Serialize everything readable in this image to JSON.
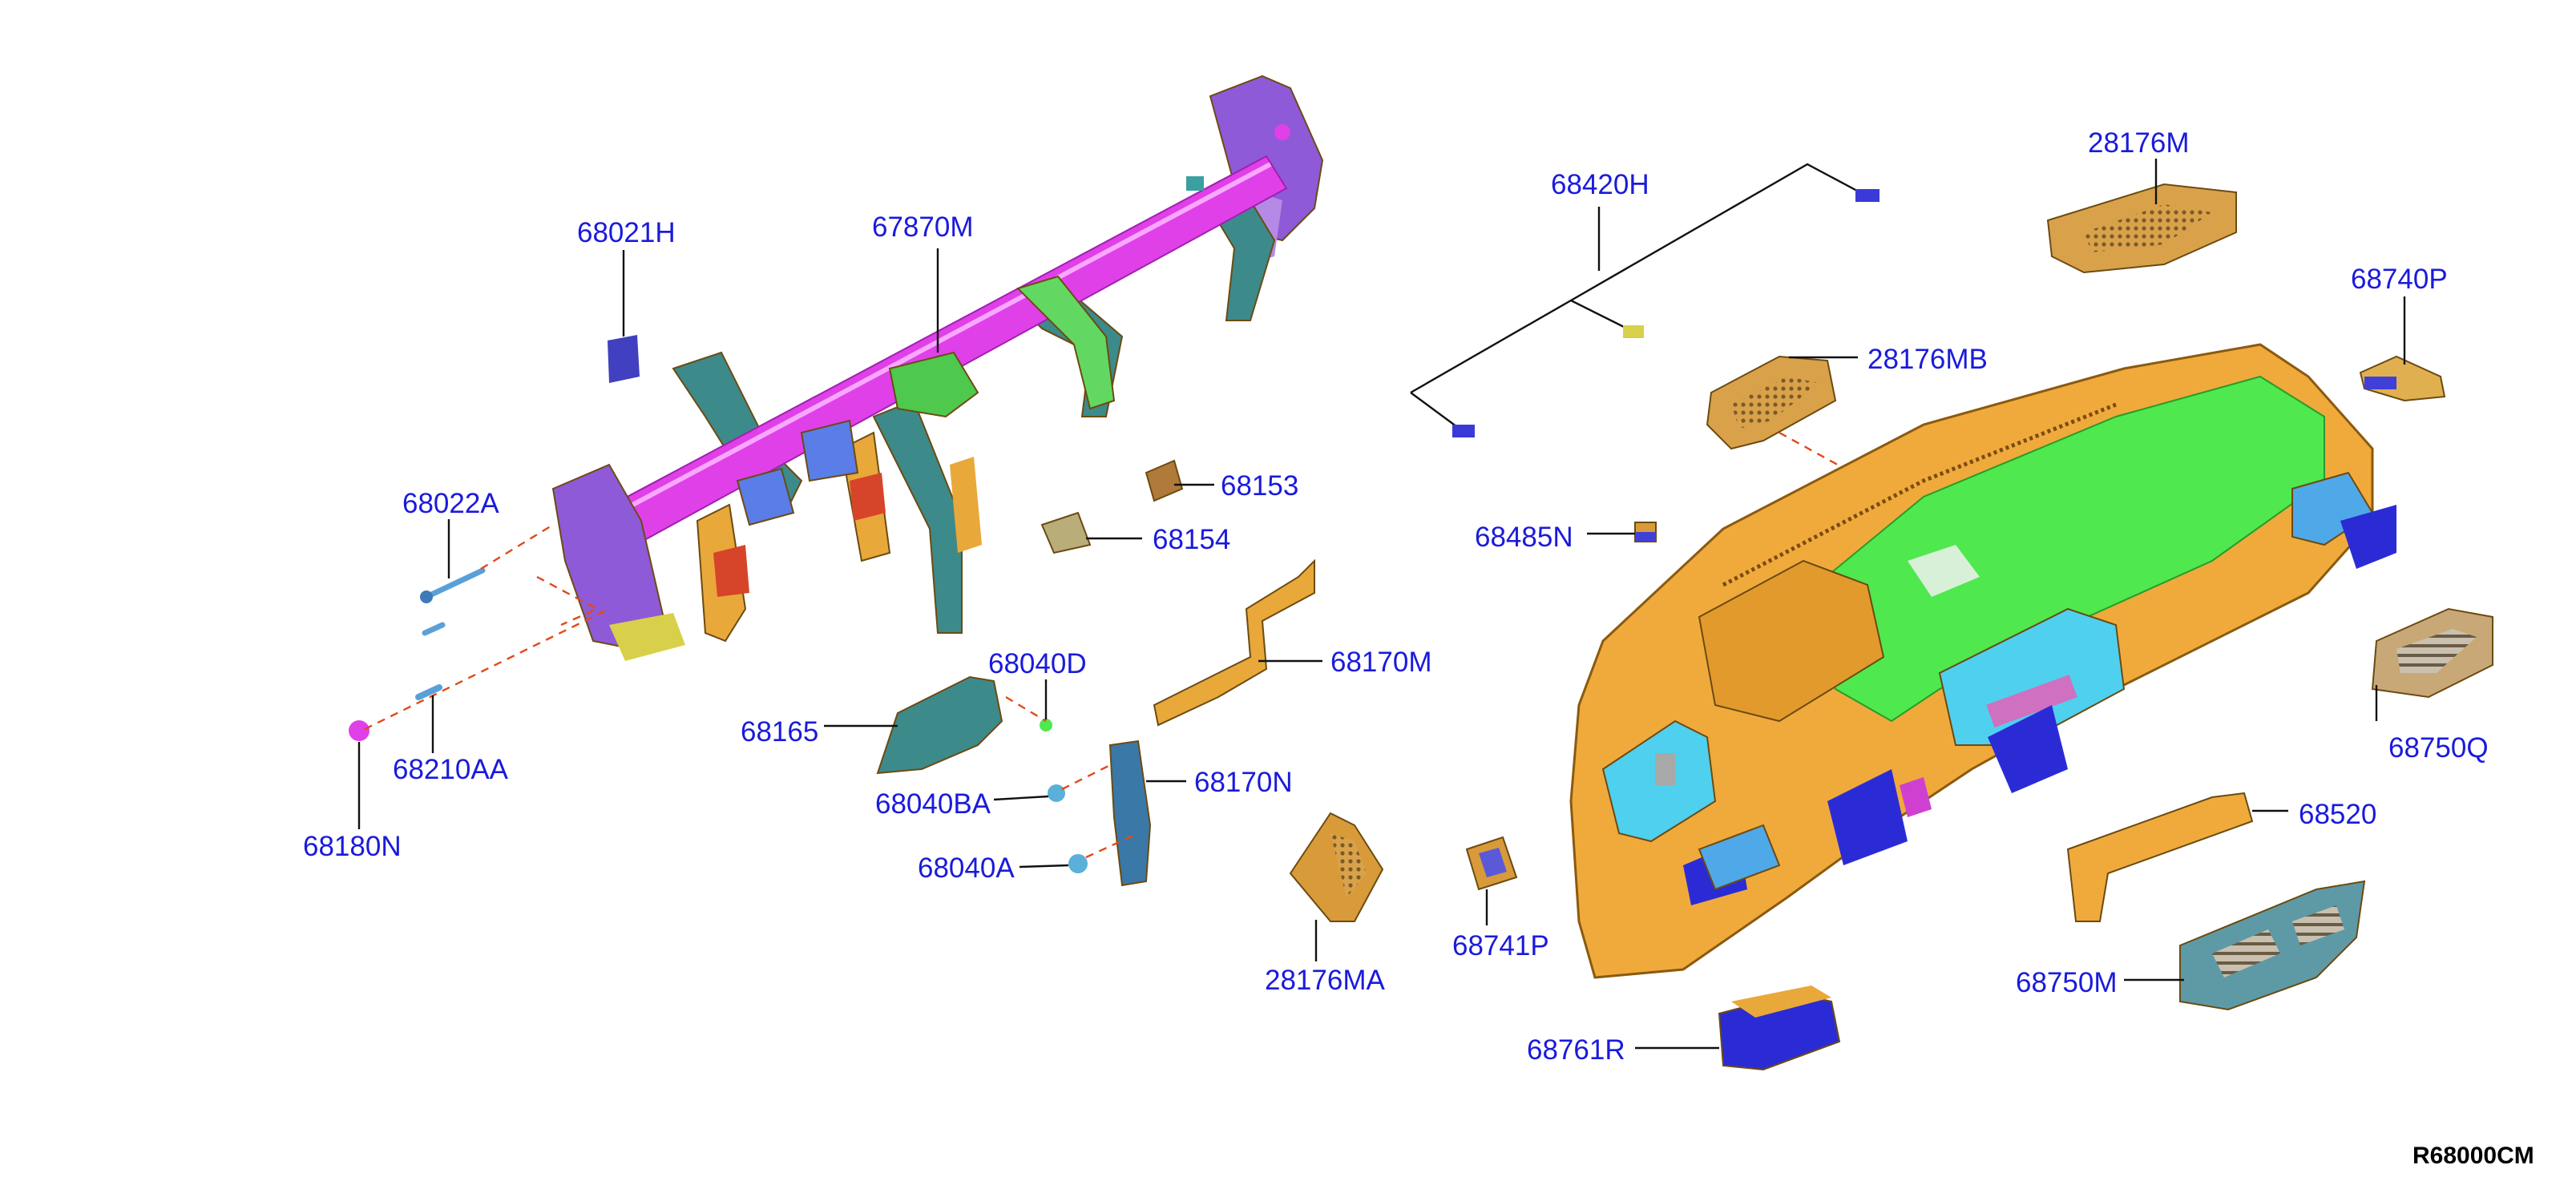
{
  "diagram_code": "R68000CM",
  "colors": {
    "label": "#1a1adc",
    "tube": "#e040e8",
    "bracket_purple": "#8f5ad8",
    "bracket_teal": "#3d8a8a",
    "bracket_orange": "#e9a83a",
    "panel_orange": "#f0aa3c",
    "pad_green": "#4fe84f",
    "trim_cyan": "#4fd0ee",
    "clip_blue": "#2b2bd6",
    "red_part": "#d6452a"
  },
  "labels": [
    {
      "id": "68021H",
      "text": "68021H"
    },
    {
      "id": "67870M",
      "text": "67870M"
    },
    {
      "id": "68022A",
      "text": "68022A"
    },
    {
      "id": "68210AA",
      "text": "68210AA"
    },
    {
      "id": "68180N",
      "text": "68180N"
    },
    {
      "id": "68153",
      "text": "68153"
    },
    {
      "id": "68154",
      "text": "68154"
    },
    {
      "id": "68040D",
      "text": "68040D"
    },
    {
      "id": "68165",
      "text": "68165"
    },
    {
      "id": "68170M",
      "text": "68170M"
    },
    {
      "id": "68170N",
      "text": "68170N"
    },
    {
      "id": "68040BA",
      "text": "68040BA"
    },
    {
      "id": "68040A",
      "text": "68040A"
    },
    {
      "id": "28176MA",
      "text": "28176MA"
    },
    {
      "id": "68741P",
      "text": "68741P"
    },
    {
      "id": "68420H",
      "text": "68420H"
    },
    {
      "id": "28176M",
      "text": "28176M"
    },
    {
      "id": "68740P",
      "text": "68740P"
    },
    {
      "id": "28176MB",
      "text": "28176MB"
    },
    {
      "id": "68485N",
      "text": "68485N"
    },
    {
      "id": "68750Q",
      "text": "68750Q"
    },
    {
      "id": "68520",
      "text": "68520"
    },
    {
      "id": "68750M",
      "text": "68750M"
    },
    {
      "id": "68761R",
      "text": "68761R"
    }
  ]
}
